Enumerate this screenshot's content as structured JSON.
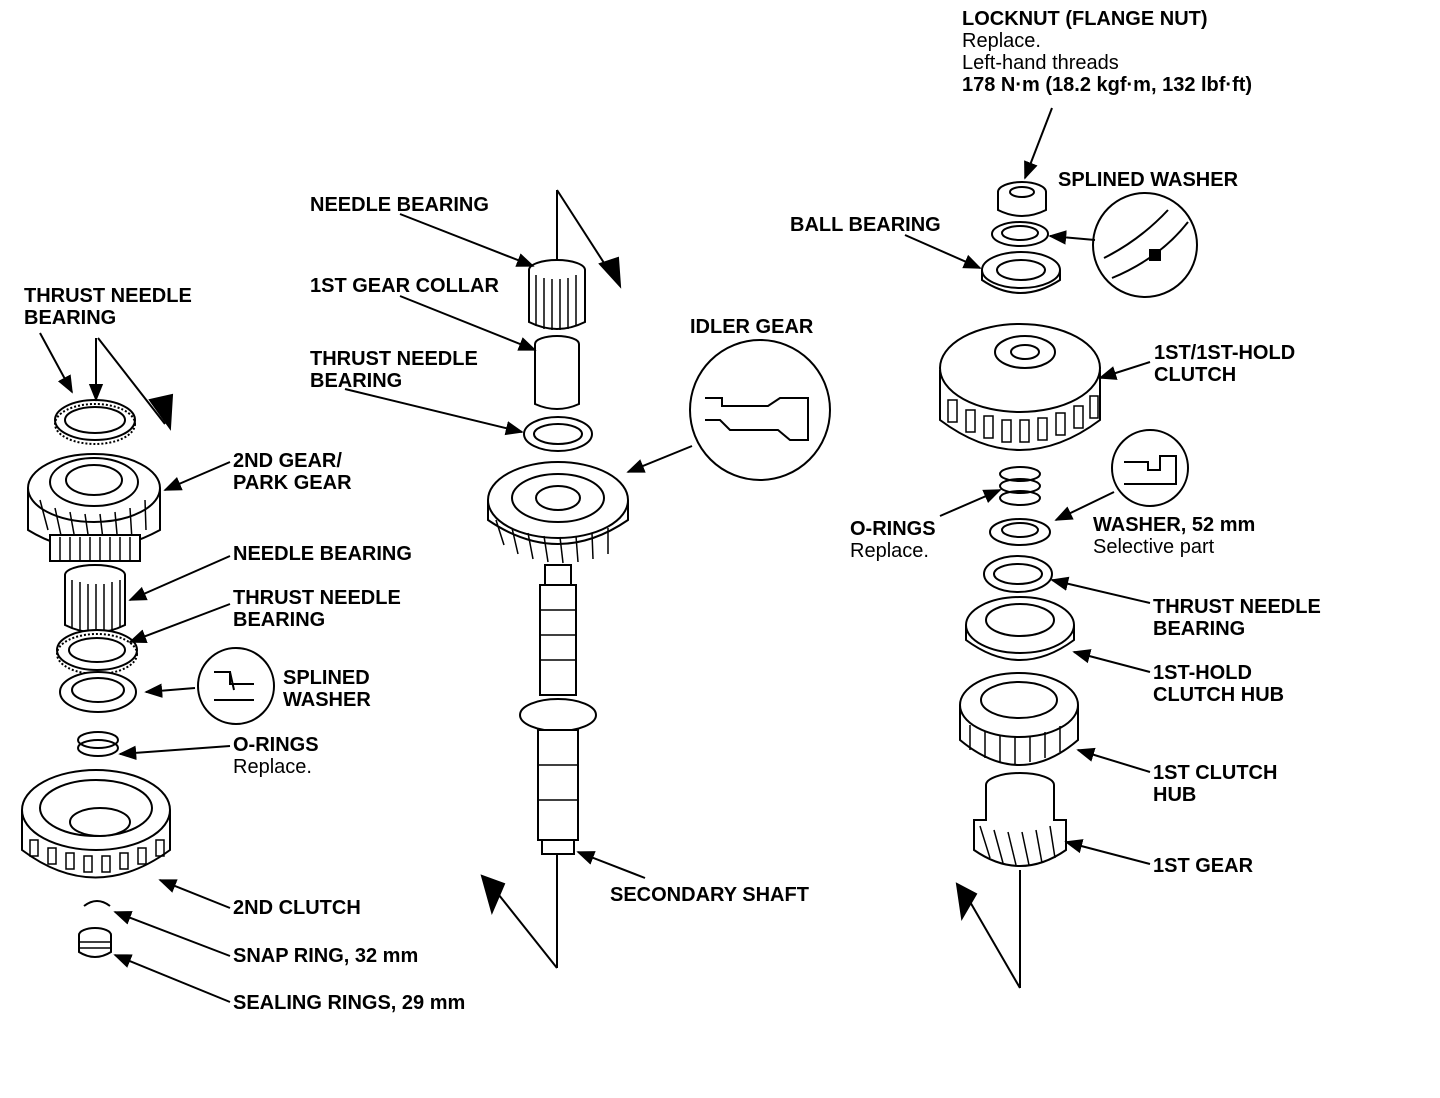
{
  "labels": {
    "locknut_title": "LOCKNUT (FLANGE NUT)",
    "locknut_note1": "Replace.",
    "locknut_note2": "Left-hand threads",
    "locknut_torque": "178 N·m (18.2 kgf·m, 132 lbf·ft)",
    "splined_washer_right": "SPLINED WASHER",
    "ball_bearing": "BALL BEARING",
    "clutch_1st_hold_line1": "1ST/1ST-HOLD",
    "clutch_1st_hold_line2": "CLUTCH",
    "washer_52": "WASHER, 52 mm",
    "washer_52_note": "Selective part",
    "orings_right": "O-RINGS",
    "orings_right_note": "Replace.",
    "thrust_right_line1": "THRUST NEEDLE",
    "thrust_right_line2": "BEARING",
    "hold_hub_line1": "1ST-HOLD",
    "hold_hub_line2": "CLUTCH HUB",
    "hub_1st_line1": "1ST CLUTCH",
    "hub_1st_line2": "HUB",
    "gear_1st": "1ST GEAR",
    "needle_mid": "NEEDLE BEARING",
    "collar_1st": "1ST GEAR COLLAR",
    "thrust_mid_line1": "THRUST NEEDLE",
    "thrust_mid_line2": "BEARING",
    "idler_gear": "IDLER GEAR",
    "secondary_shaft": "SECONDARY SHAFT",
    "thrust_left_top_line1": "THRUST NEEDLE",
    "thrust_left_top_line2": "BEARING",
    "gear_2nd_line1": "2ND GEAR/",
    "gear_2nd_line2": "PARK GEAR",
    "needle_left": "NEEDLE BEARING",
    "thrust_left_line1": "THRUST NEEDLE",
    "thrust_left_line2": "BEARING",
    "splined_left_line1": "SPLINED",
    "splined_left_line2": "WASHER",
    "orings_left": "O-RINGS",
    "orings_left_note": "Replace.",
    "clutch_2nd": "2ND CLUTCH",
    "snap_ring": "SNAP RING, 32 mm",
    "sealing_rings": "SEALING RINGS, 29 mm"
  },
  "colors": {
    "ink": "#000000",
    "paper": "#ffffff"
  }
}
